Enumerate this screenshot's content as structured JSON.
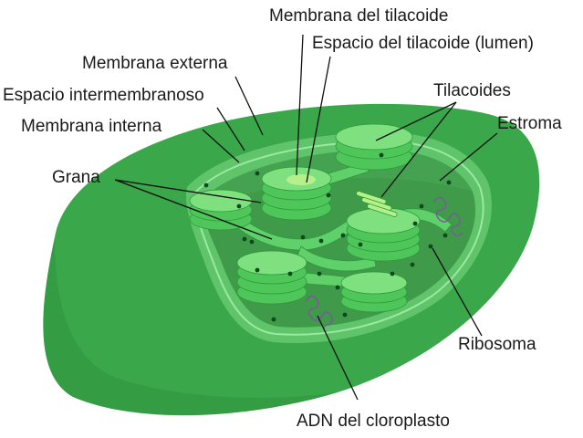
{
  "labels": {
    "thylakoid_membrane": "Membrana del tilacoide",
    "thylakoid_space": "Espacio del tilacoide (lumen)",
    "outer_membrane": "Membrana externa",
    "intermembrane_space": "Espacio intermembranoso",
    "inner_membrane": "Membrana interna",
    "thylakoids": "Tilacoides",
    "stroma": "Estroma",
    "grana": "Grana",
    "ribosome": "Ribosoma",
    "chloroplast_dna": "ADN del cloroplasto"
  },
  "colors": {
    "outer_body": "#3aa84a",
    "outer_highlight": "#46b856",
    "cut_face": "#5fc46a",
    "stroma": "#3f9a4a",
    "granum": "#4fc65a",
    "granum_light": "#7ee07e",
    "lumen": "#b6f08a",
    "ribosome": "#0f4a1e",
    "dna": "#7a5a9a"
  }
}
